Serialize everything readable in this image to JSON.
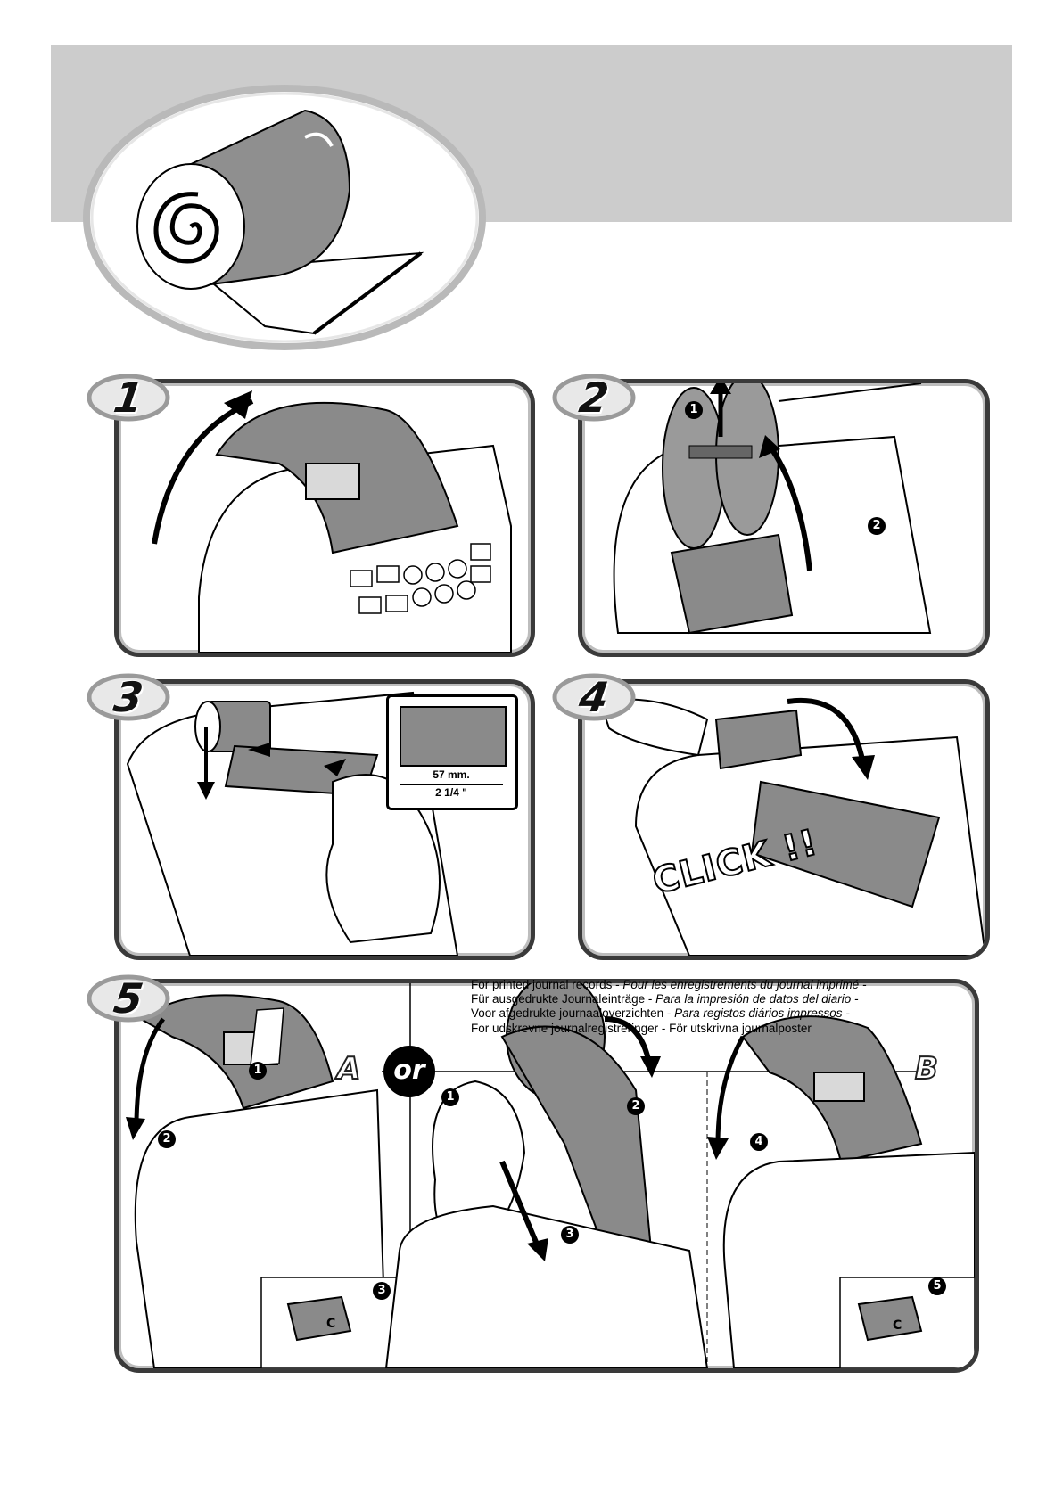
{
  "steps": [
    {
      "number": "1"
    },
    {
      "number": "2"
    },
    {
      "number": "3"
    },
    {
      "number": "4"
    },
    {
      "number": "5"
    }
  ],
  "step2": {
    "callouts": [
      "1",
      "2"
    ]
  },
  "step3": {
    "width_mm": "57 mm.",
    "width_in": "2 1/4 \""
  },
  "step4": {
    "click_text": "CLICK !!"
  },
  "step5": {
    "option_a": "A",
    "option_b": "B",
    "or_label": "or",
    "callouts_a": [
      "1",
      "2",
      "3"
    ],
    "callouts_mid": [
      "1",
      "2",
      "3"
    ],
    "callouts_b": [
      "4",
      "5"
    ],
    "key_label": "C",
    "journal_lines": [
      {
        "normal": "For printed journal records - ",
        "italic": "Pour les enregistrements du journal imprimé -"
      },
      {
        "normal": "Für ausgedrukte Journaleinträge - ",
        "italic": "Para la impresión de datos del diario -"
      },
      {
        "normal": "Voor afgedrukte journaaloverzichten - ",
        "italic": "Para registos diários impressos -"
      },
      {
        "normal": "For udskrevne journalregistreringer - För utskrivna journalposter",
        "italic": ""
      }
    ]
  },
  "colors": {
    "banner": "#cccccc",
    "panel_border": "#3a3a3a",
    "paper_gray": "#999999"
  }
}
